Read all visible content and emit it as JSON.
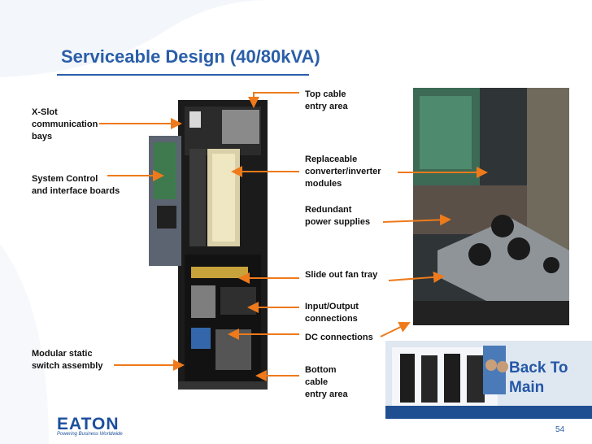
{
  "slide": {
    "title": "Serviceable Design (40/80kVA)",
    "page_number": "54"
  },
  "left_labels": {
    "xslot": "X-Slot\ncommunication\nbays",
    "system_control": "System Control\nand interface boards",
    "static_switch": "Modular static\nswitch assembly"
  },
  "right_labels": {
    "top_cable": "Top cable\nentry area",
    "converter": "Replaceable\nconverter/inverter\nmodules",
    "power_supplies": "Redundant\npower supplies",
    "fan_tray": "Slide out fan tray",
    "io": "Input/Output\nconnections",
    "dc": "DC connections",
    "bottom_cable": "Bottom\ncable\nentry area"
  },
  "back_button": {
    "label": "Back To\nMain"
  },
  "logo": {
    "wordmark": "EATON",
    "tagline": "Powering Business Worldwide"
  },
  "colors": {
    "accent": "#2a5ea8",
    "arrow": "#ee7a1b"
  }
}
